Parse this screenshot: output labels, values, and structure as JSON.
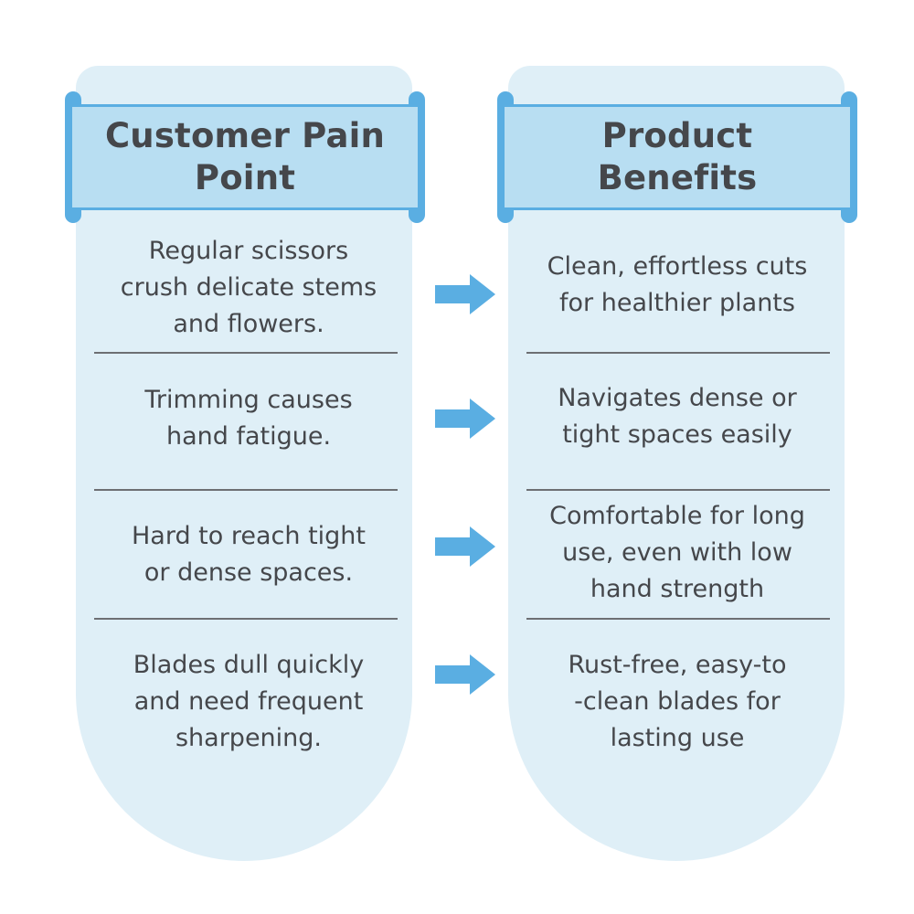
{
  "left_column": {
    "title_lines": [
      "Customer Pain",
      "Point"
    ],
    "items": [
      {
        "lines": [
          "Regular scissors",
          "crush delicate stems",
          "and flowers."
        ]
      },
      {
        "lines": [
          "Trimming causes",
          "hand fatigue."
        ]
      },
      {
        "lines": [
          "Hard to reach tight",
          "or dense spaces."
        ]
      },
      {
        "lines": [
          "Blades dull quickly",
          "and need frequent",
          "sharpening."
        ]
      }
    ]
  },
  "right_column": {
    "title_lines": [
      "Product",
      "Benefits"
    ],
    "items": [
      {
        "lines": [
          "Clean, effortless cuts",
          "for healthier plants"
        ]
      },
      {
        "lines": [
          "Navigates dense or",
          "tight spaces easily"
        ]
      },
      {
        "lines": [
          "Comfortable for long",
          "use, even with low",
          "hand strength"
        ]
      },
      {
        "lines": [
          "Rust-free, easy-to",
          "-clean blades for",
          "lasting use"
        ]
      }
    ]
  },
  "colors": {
    "panel_background": "#dfeff7",
    "ribbon_fill": "#b8def2",
    "ribbon_accent": "#5aaee2",
    "arrow": "#5aaee2",
    "text": "#45474b",
    "divider": "#6d6f73"
  },
  "icons": {
    "connector": "right-arrow-icon"
  }
}
